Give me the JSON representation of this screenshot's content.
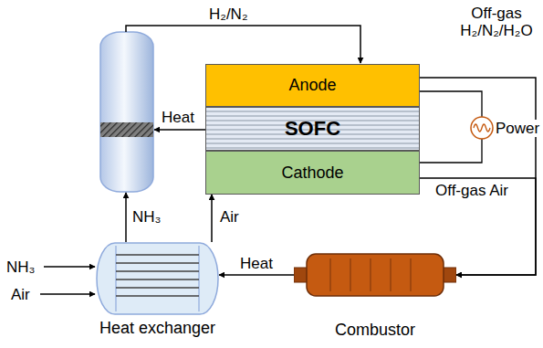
{
  "diagram": {
    "nodes": [
      {
        "text": [
          "Anode"
        ]
      },
      {
        "text": [
          "SOFC"
        ]
      },
      {
        "text": [
          "Cathode"
        ]
      },
      {
        "text": [
          "Heat exchanger"
        ]
      },
      {
        "text": [
          "Combustor"
        ]
      }
    ],
    "edges": [
      {
        "from": 0,
        "to": 4,
        "arrow": "to",
        "label": "Off-gas H₂/N₂/H₂O"
      },
      {
        "from": 2,
        "to": 4,
        "arrow": "to",
        "label": "Off-gas Air"
      },
      {
        "from": 4,
        "to": 3,
        "arrow": "to",
        "label": "Heat"
      },
      {
        "from": 3,
        "to": 2,
        "arrow": "to",
        "label": "Air"
      }
    ],
    "labels": [
      "H₂/N₂",
      "Heat",
      "NH₃",
      "Power",
      "NH₃",
      "Air"
    ]
  }
}
